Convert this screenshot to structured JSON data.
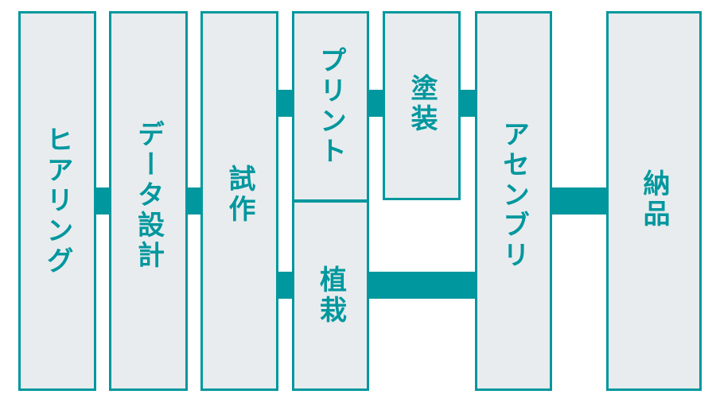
{
  "diagram": {
    "accent_color": "#00979e",
    "box_fill": "#e8ecee",
    "steps": {
      "hearing": "ヒアリング",
      "data_design": "データ設計",
      "prototype": "試作",
      "print": "プリント",
      "painting": "塗装",
      "planting": "植栽",
      "assembly": "アセンブリ",
      "delivery": "納品"
    }
  }
}
